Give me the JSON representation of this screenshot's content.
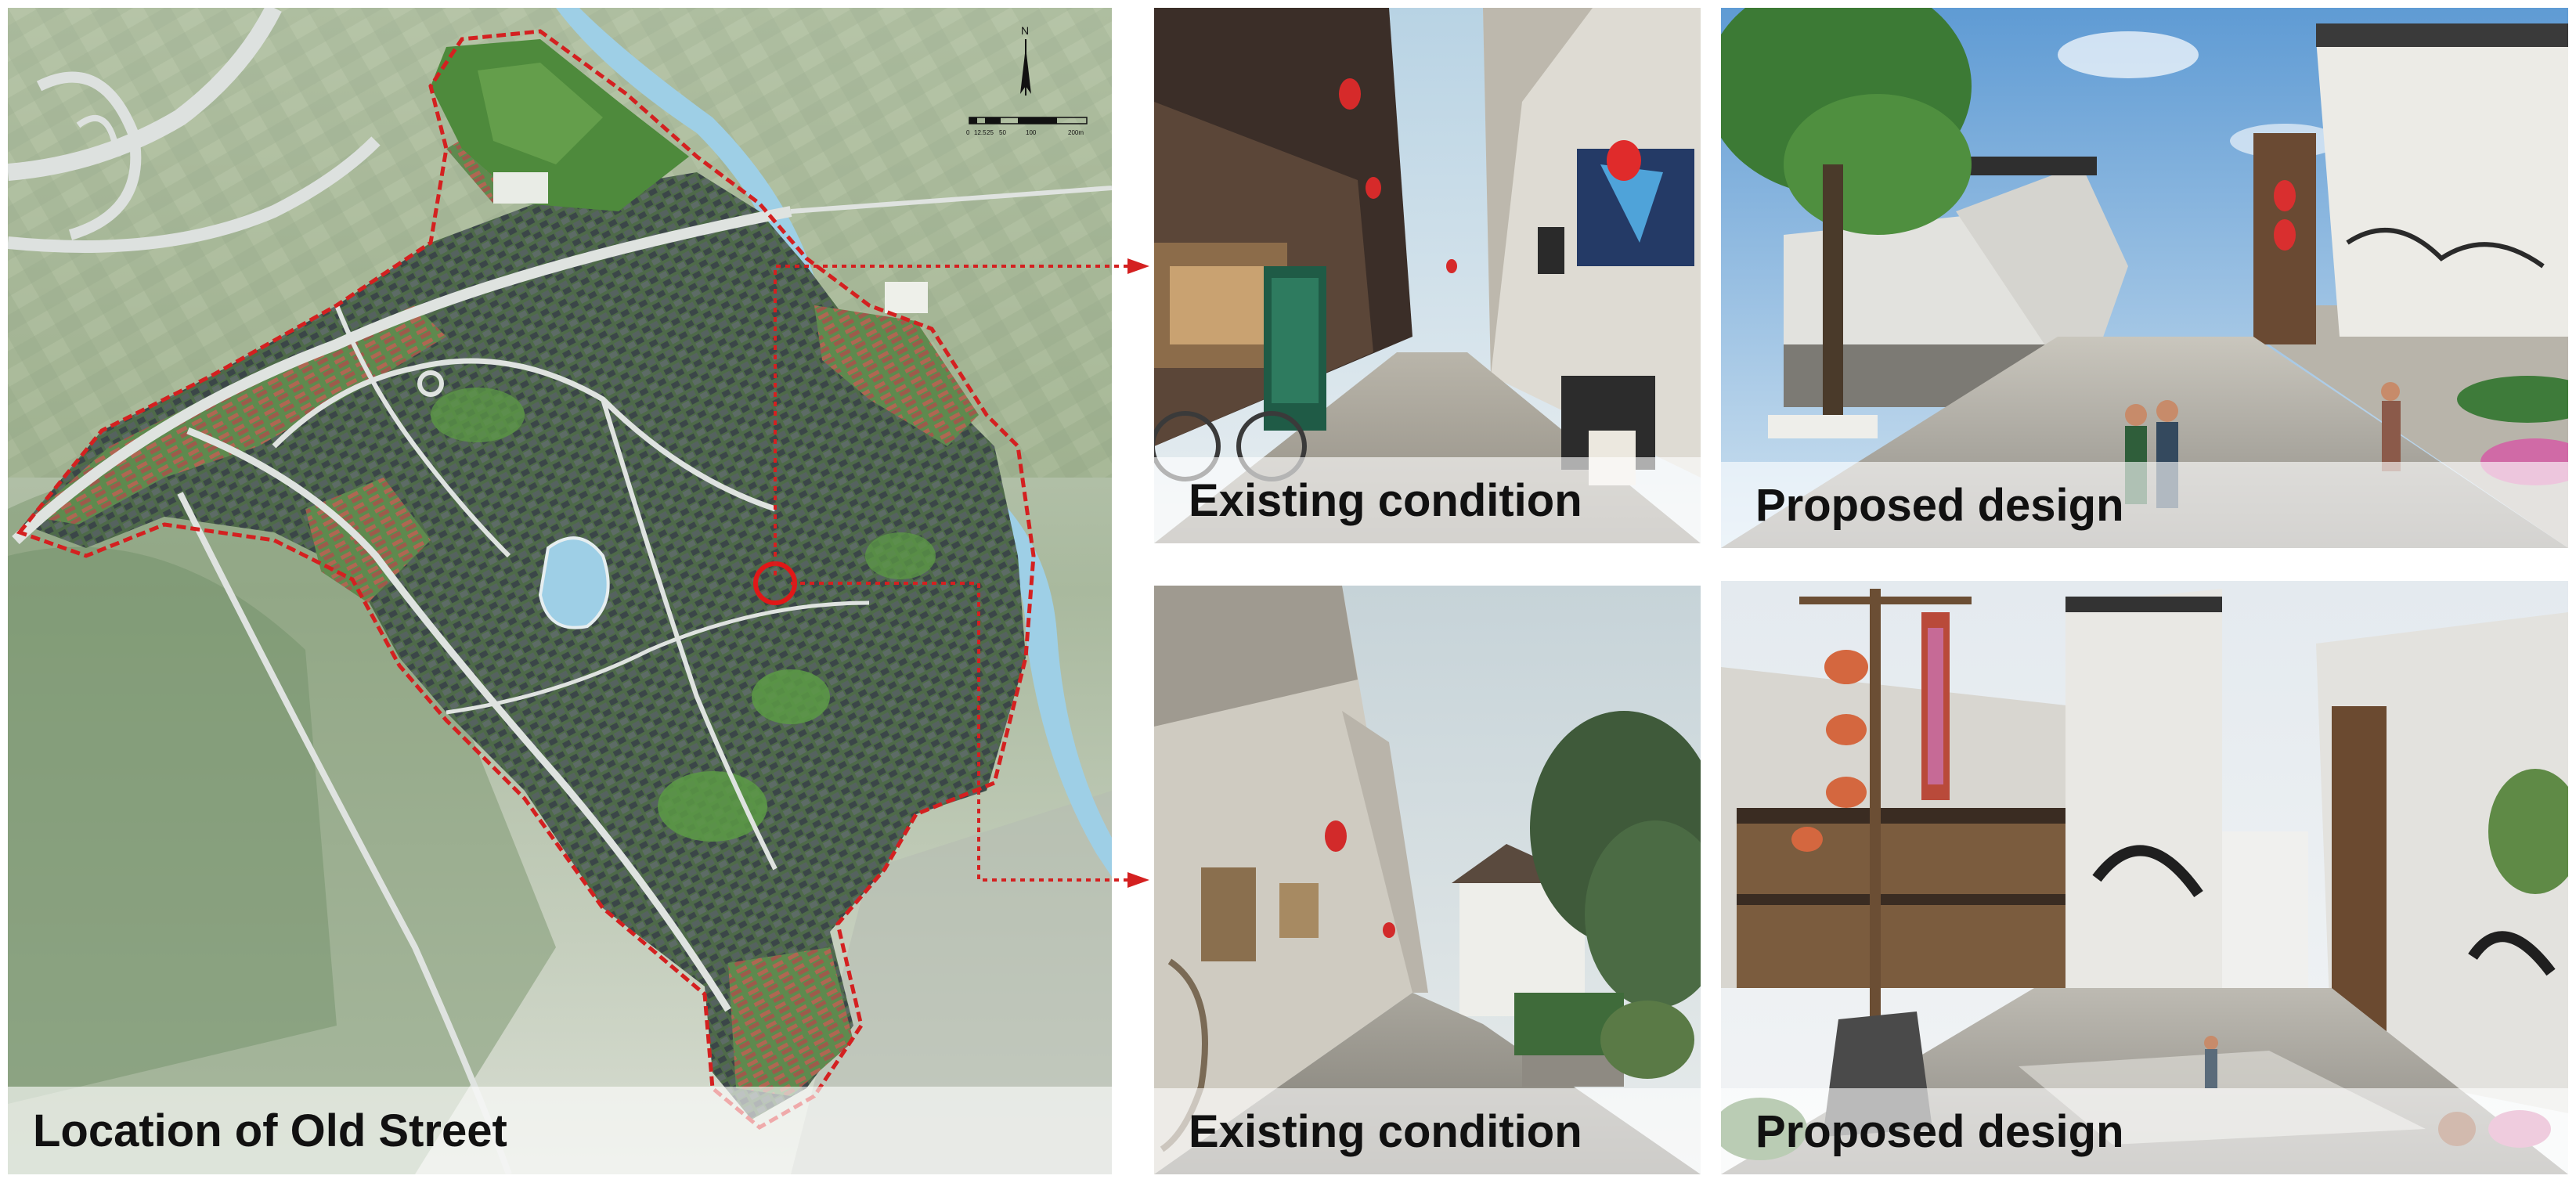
{
  "map": {
    "caption": "Location of Old Street",
    "north_label": "N",
    "scale_ticks": [
      "0",
      "12.5",
      "25",
      "50",
      "100",
      "200m"
    ]
  },
  "photos": [
    {
      "caption": "Existing condition"
    },
    {
      "caption": "Proposed design"
    },
    {
      "caption": "Existing condition"
    },
    {
      "caption": "Proposed design"
    }
  ],
  "colors": {
    "boundary": "#d42020",
    "river": "#9ecfe6",
    "vegetation": "#3f7a34",
    "roofs_dark": "#3d4a4c",
    "roofs_red": "#b0614f",
    "roads": "#dfe3e0"
  }
}
